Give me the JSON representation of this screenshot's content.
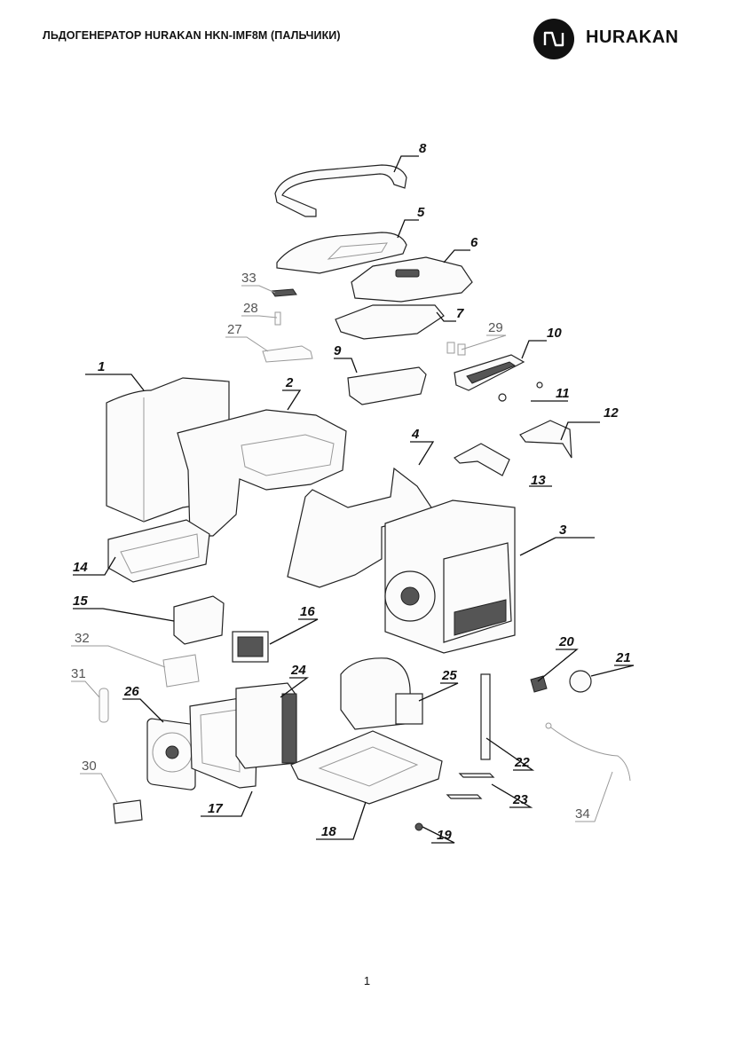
{
  "document": {
    "title": "ЛЬДОГЕНЕРАТОР HURAKAN HKN-IMF8M (ПАЛЬЧИКИ)",
    "brand": "HURAKAN",
    "page_number": "1"
  },
  "diagram": {
    "part_labels": [
      "1",
      "2",
      "3",
      "4",
      "5",
      "6",
      "7",
      "8",
      "9",
      "10",
      "11",
      "12",
      "13",
      "14",
      "15",
      "16",
      "17",
      "18",
      "19",
      "20",
      "21",
      "22",
      "23",
      "24",
      "25",
      "26",
      "27",
      "28",
      "29",
      "30",
      "31",
      "32",
      "33",
      "34"
    ]
  }
}
